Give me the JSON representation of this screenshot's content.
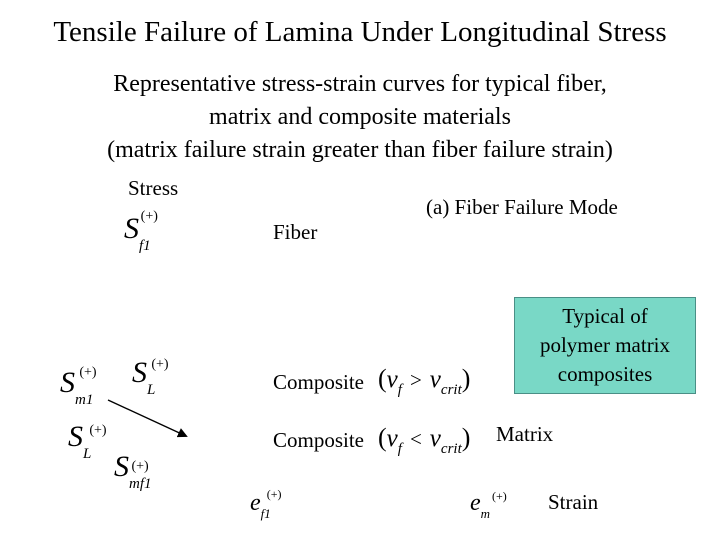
{
  "slide": {
    "title": "Tensile Failure of Lamina Under Longitudinal Stress",
    "subtitle_lines": [
      "Representative stress-strain curves for typical fiber,",
      "matrix and composite materials",
      "(matrix failure strain greater than fiber failure strain)"
    ]
  },
  "diagram": {
    "axis_stress": "Stress",
    "axis_strain": "Strain",
    "mode_label": "(a) Fiber Failure Mode",
    "curve_fiber": "Fiber",
    "curve_composite_1": "Composite",
    "curve_composite_2": "Composite",
    "curve_matrix": "Matrix",
    "callout_lines": [
      "Typical of",
      "polymer matrix",
      "composites"
    ],
    "symbols": {
      "S": "S",
      "e": "e",
      "v": "v",
      "plus": "(+)",
      "sub_f1": "f1",
      "sub_m1": "m1",
      "sub_L": "L",
      "sub_mf1": "mf1",
      "sub_f": "f",
      "sub_m": "m",
      "sub_crit": "crit",
      "gt": ">",
      "lt": "<",
      "lparen": "(",
      "rparen": ")"
    }
  }
}
